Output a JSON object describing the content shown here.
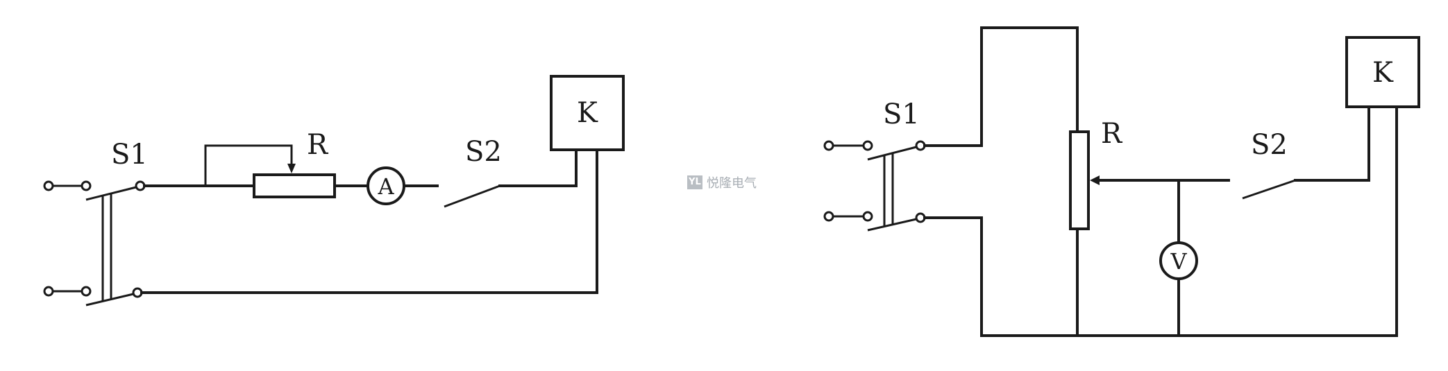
{
  "figure_a": {
    "switch1_label": "S1",
    "resistor_label": "R",
    "meter_label": "A",
    "switch2_label": "S2",
    "device_label": "K"
  },
  "figure_b": {
    "switch1_label": "S1",
    "resistor_label": "R",
    "meter_label": "V",
    "switch2_label": "S2",
    "device_label": "K"
  },
  "watermark": {
    "logo_text": "YL",
    "text": "悦隆电气"
  }
}
